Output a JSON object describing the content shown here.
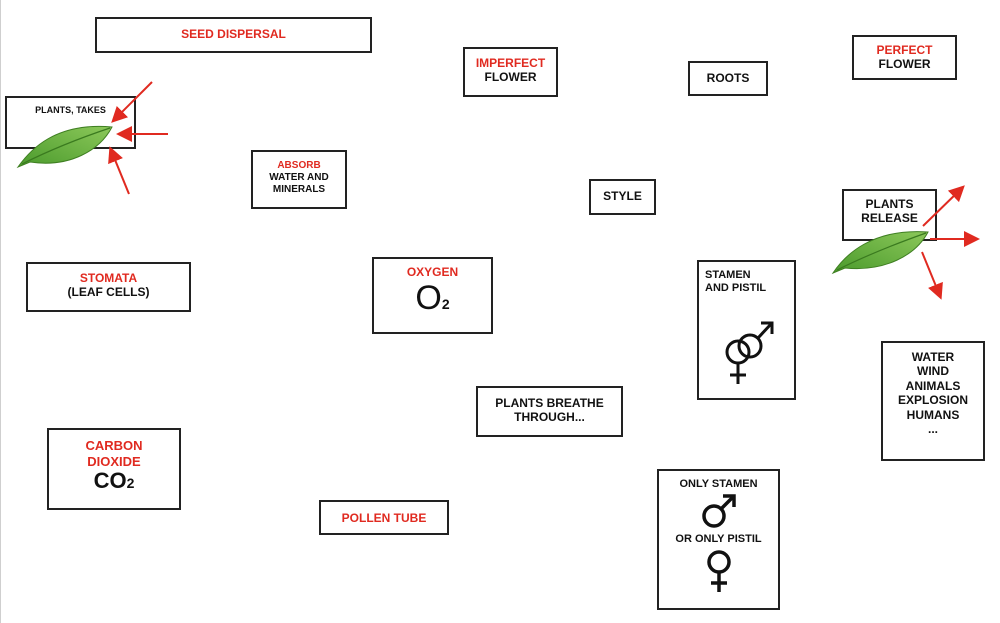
{
  "cards": {
    "seed_dispersal": "SEED DISPERSAL",
    "imperfect": {
      "line1": "IMPERFECT",
      "line2": "FLOWER"
    },
    "roots": "ROOTS",
    "perfect": {
      "line1": "PERFECT",
      "line2": "FLOWER"
    },
    "plants_takes": "PLANTS, TAKES",
    "absorb": {
      "line1": "ABSORB",
      "line2": "WATER AND",
      "line3": "MINERALS"
    },
    "style": "STYLE",
    "plants_release": {
      "line1": "PLANTS",
      "line2": "RELEASE"
    },
    "stomata": {
      "line1": "STOMATA",
      "line2": "(LEAF CELLS)"
    },
    "oxygen": {
      "title": "OXYGEN",
      "formula": "O",
      "subscript": "2"
    },
    "stamen_pistil": {
      "line1": "STAMEN",
      "line2": "AND PISTIL"
    },
    "dispersal_list": [
      "WATER",
      "WIND",
      "ANIMALS",
      "EXPLOSION",
      "HUMANS",
      "..."
    ],
    "breathe": {
      "line1": "PLANTS BREATHE",
      "line2": "THROUGH..."
    },
    "carbon": {
      "line1": "CARBON",
      "line2": "DIOXIDE",
      "formula": "CO",
      "subscript": "2"
    },
    "pollen_tube": "POLLEN TUBE",
    "only": {
      "line1": "ONLY STAMEN",
      "line2": "OR ONLY PISTIL"
    }
  },
  "colors": {
    "accent_red": "#e02a20",
    "leaf_green": "#5aa63a",
    "border": "#222222"
  },
  "icons": [
    "leaf-icon",
    "arrow-icon",
    "male-symbol-icon",
    "female-symbol-icon",
    "male-female-symbol-icon"
  ]
}
